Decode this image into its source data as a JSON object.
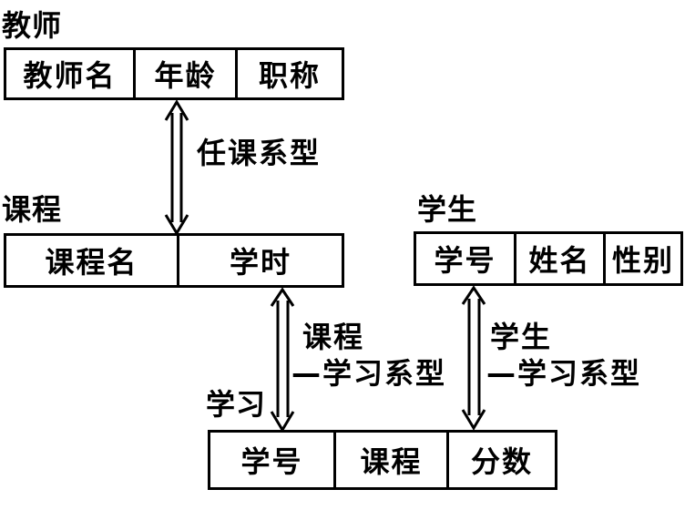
{
  "entities": {
    "teacher": {
      "name": "教师",
      "fields": [
        "教师名",
        "年龄",
        "职称"
      ]
    },
    "course": {
      "name": "课程",
      "fields": [
        "课程名",
        "学时"
      ]
    },
    "student": {
      "name": "学生",
      "fields": [
        "学号",
        "姓名",
        "性别"
      ]
    },
    "study": {
      "name": "学习",
      "fields": [
        "学号",
        "课程",
        "分数"
      ]
    }
  },
  "relationships": {
    "teaching": {
      "label": "任课系型",
      "from": "教师",
      "to": "课程"
    },
    "course_study": {
      "label_line1": "课程",
      "label_line2": "—学习系型",
      "from": "课程",
      "to": "学习"
    },
    "student_study": {
      "label_line1": "学生",
      "label_line2": "—学习系型",
      "from": "学生",
      "to": "学习"
    }
  }
}
